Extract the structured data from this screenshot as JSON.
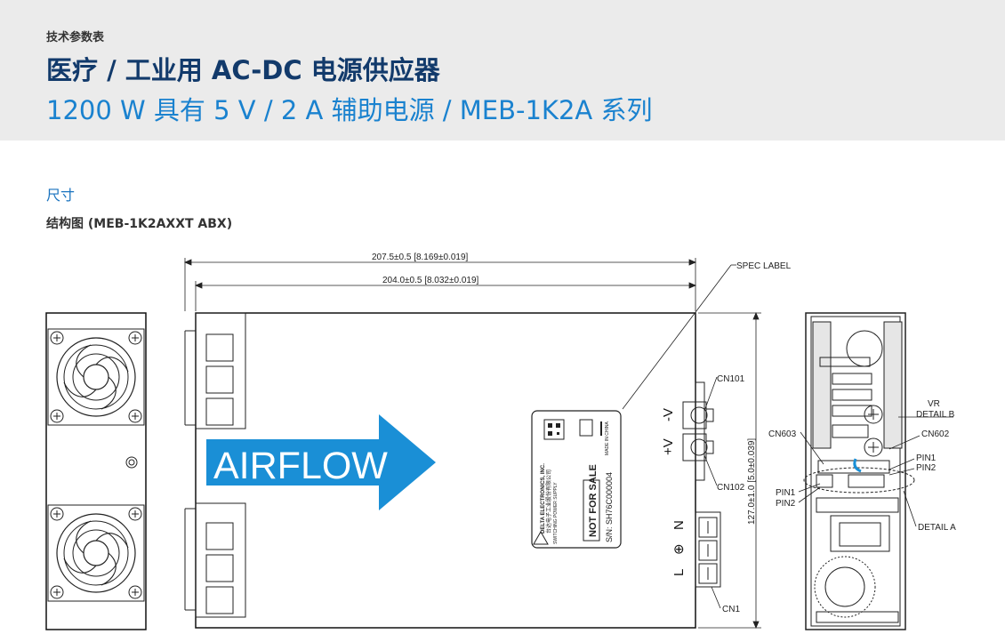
{
  "header": {
    "doc_label": "技术参数表",
    "title": "医疗 / 工业用 AC-DC 电源供应器",
    "subtitle": "1200 W 具有 5 V / 2 A 辅助电源 / MEB-1K2A 系列"
  },
  "section": {
    "title": "尺寸",
    "figure_title": "结构图 (MEB-1K2AXXT ABX)"
  },
  "drawing": {
    "dim_overall": "207.5±0.5   [8.169±0.019]",
    "dim_body": "204.0±0.5   [8.032±0.019]",
    "dim_height": "127.0±1.0   [5.0±0.039]",
    "spec_label_callout": "SPEC LABEL",
    "airflow_text": "AIRFLOW",
    "cn101": "CN101",
    "cn102": "CN102",
    "cn1": "CN1",
    "plus_v": "+V",
    "minus_v": "-V",
    "terminal_n": "N",
    "terminal_earth": "⊕",
    "terminal_l": "L",
    "side_cn603": "CN603",
    "side_cn602": "CN602",
    "side_vr": "VR",
    "side_detail_b": "DETAIL B",
    "side_detail_a": "DETAIL A",
    "side_pin1_right": "PIN1",
    "side_pin2_right": "PIN2",
    "side_pin1_left": "PIN1",
    "side_pin2_left": "PIN2",
    "label_company": "DELTA ELECTRONICS, INC.",
    "label_company_cn": "台达电子工业股份有限公司",
    "label_product": "SWITCHING POWER SUPPLY",
    "label_not_for_sale": "NOT FOR SALE",
    "label_serial": "S/N: SH76C000004",
    "label_made_in": "MADE IN CHINA"
  },
  "colors": {
    "header_bg": "#ebebeb",
    "title": "#123a6b",
    "subtitle": "#1a82cf",
    "section": "#1a73bf",
    "airflow_arrow": "#1a8fd6"
  }
}
